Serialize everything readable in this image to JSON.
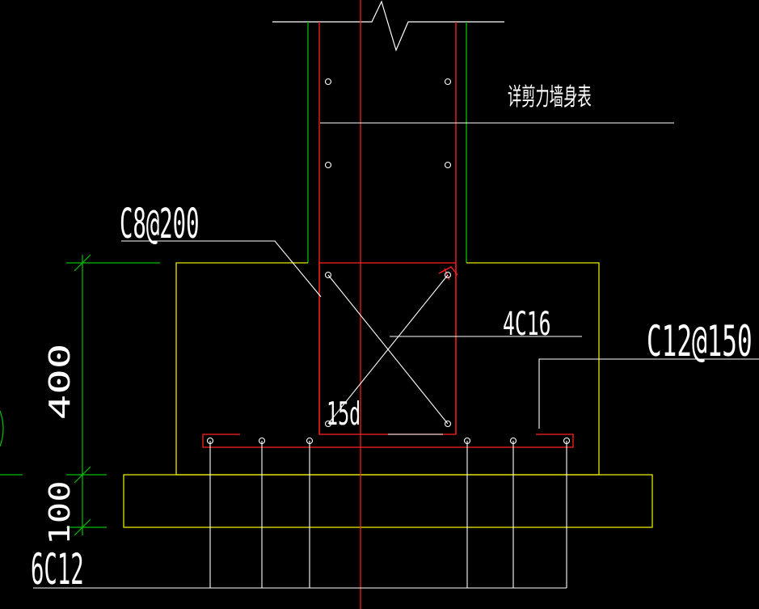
{
  "drawing": {
    "note_wall_table": "详剪力墙身表",
    "label_stirrup": "C8@200",
    "label_corner_bars": "4C16",
    "label_side_bar": "C12@150",
    "label_anchorage": "15d",
    "label_bottom_bars": "6C12",
    "dim_height_top": "400",
    "dim_height_bottom": "100"
  },
  "colors": {
    "background": "#000000",
    "wall_outline": "#00c000",
    "footing_outline": "#e6e600",
    "rebar": "#ff2020",
    "centerline": "#ff2020",
    "leader": "#ffffff",
    "dimension": "#00c000",
    "rebar_dot": "#ffffff"
  }
}
